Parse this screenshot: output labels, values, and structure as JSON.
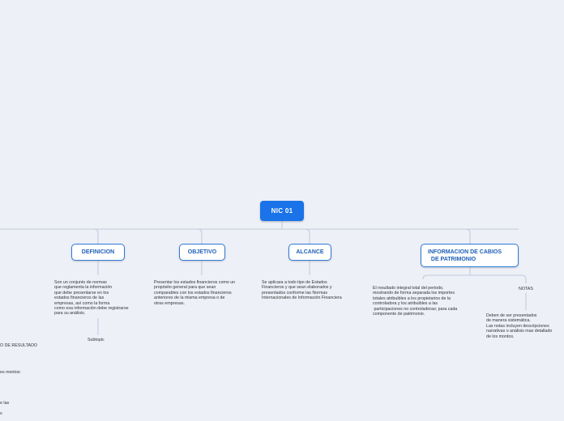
{
  "root": {
    "label": "NIC 01"
  },
  "topics": {
    "definicion": {
      "label": "DEFINICION",
      "note": "Son un conjunto de normas\nque reglamenta la información\nque debe presentarse en los\nestados financieros de las\nempresas, así como la forma\ncomo esa información debe registrarse\npara su análisis.",
      "subtopic": "Subtopic"
    },
    "objetivo": {
      "label": "OBJETIVO",
      "note": "Presentar los estados financieros como un\npropósito general para que sean\ncomparables con los estados financieros\nanteriores de la misma empresa o de\notras empresas."
    },
    "alcance": {
      "label": "ALCANCE",
      "note": "Se aplicara a todo tipo de Estados\nFinancieros y que sean elaborados y\npresentados conforme las Normas\nInternacionales de Información Financiera"
    },
    "patrimonio": {
      "label": "INFORMACION DE CABIOS\n  DE PATRIMONIO",
      "note": "El resultado integral total del periodo,\nmostrando de forma separada los importes\ntotales atribuibles a los propietarios de la\ncontroladora y los atribuibles a las\n participaciones no controladoras; para cada\ncomponente de patrimonio."
    },
    "notas": {
      "label": "NOTAS",
      "note": "Deben de ser presentados\nde manera sistemática.\nLas notas incluyen descripciones\nnarrativas o análisis mas detallado\nde los montos."
    }
  },
  "left_fragments": {
    "line1": "O DE RESULTADO",
    "line2": "es montos:",
    "line3": "e las",
    "line4": "s"
  }
}
